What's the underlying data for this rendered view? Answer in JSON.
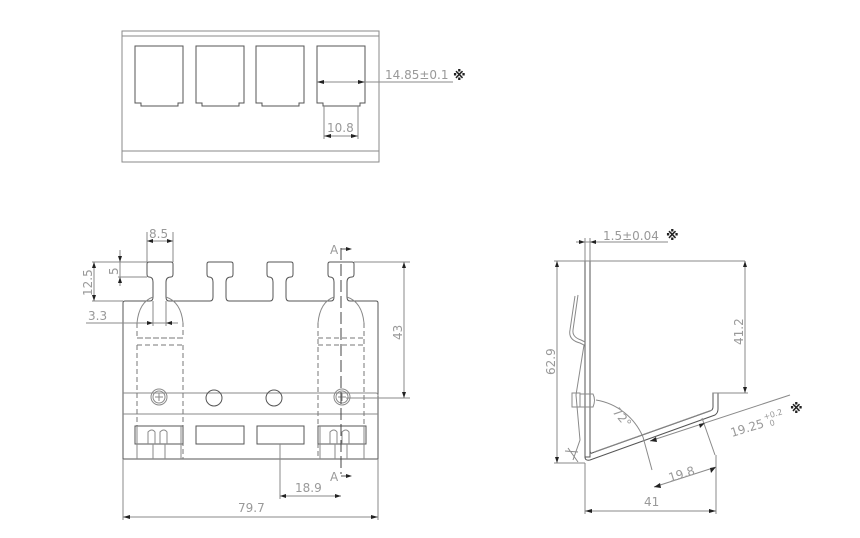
{
  "top_view": {
    "dim_width": "14.85±0.1",
    "dim_width_mark": "※",
    "dim_slot": "10.8"
  },
  "front_view": {
    "dim_tab_width": "8.5",
    "dim_tab_height": "12.5",
    "dim_tab_head": "5",
    "dim_neck": "3.3",
    "dim_height": "43",
    "dim_offset": "18.9",
    "dim_total": "79.7",
    "section_label_top": "A",
    "section_label_bottom": "A"
  },
  "side_view": {
    "dim_thickness": "1.5±0.04",
    "dim_thickness_mark": "※",
    "dim_height": "62.9",
    "dim_upper": "41.2",
    "dim_angle": "72°",
    "dim_slant": "19.25",
    "dim_slant_tol_upper": "+0.2",
    "dim_slant_tol_lower": "0",
    "dim_slant_mark": "※",
    "dim_base": "19.8",
    "dim_depth": "41"
  }
}
